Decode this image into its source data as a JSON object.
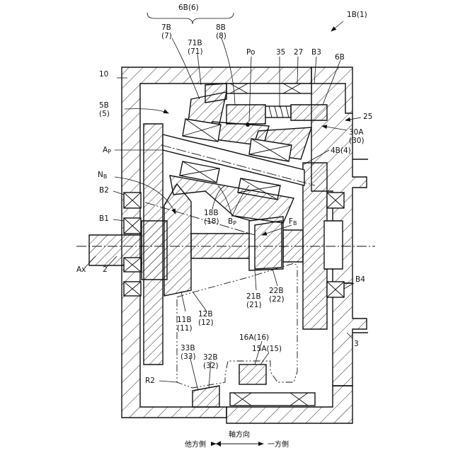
{
  "labels": {
    "assembly": "1B(1)",
    "group": "6B(6)",
    "l7b": "7B",
    "l7": "(7)",
    "l71b": "71B",
    "l71": "(71)",
    "l8b": "8B",
    "l8": "(8)",
    "po": "Po",
    "l35": "35",
    "l27": "27",
    "b3": "B3",
    "l6b": "6B",
    "l10": "10",
    "l5b": "5B",
    "l5": "(5)",
    "l25": "25",
    "l30a": "30A",
    "l30": "(30)",
    "ap_main": "A",
    "ap_sub": "P",
    "l4b": "4B(4)",
    "nb_main": "N",
    "nb_sub": "B",
    "b2": "B2",
    "b1": "B1",
    "l18b": "18B",
    "l18": "(18)",
    "bp_main": "B",
    "bp_sub": "P",
    "fb_main": "F",
    "fb_sub": "B",
    "ax": "Ax",
    "l2": "2",
    "l21b": "21B",
    "l21": "(21)",
    "l22b": "22B",
    "l22": "(22)",
    "b4": "B4",
    "l11b": "11B",
    "l11": "(11)",
    "l12b": "12B",
    "l12": "(12)",
    "l3": "3",
    "l16a": "16A(16)",
    "l15a": "15A(15)",
    "l33b": "33B",
    "l33": "(33)",
    "l32b": "32B",
    "l32": "(32)",
    "r2": "R2"
  },
  "axis_legend": {
    "title": "軸方向",
    "left": "他方側",
    "right": "一方側"
  }
}
